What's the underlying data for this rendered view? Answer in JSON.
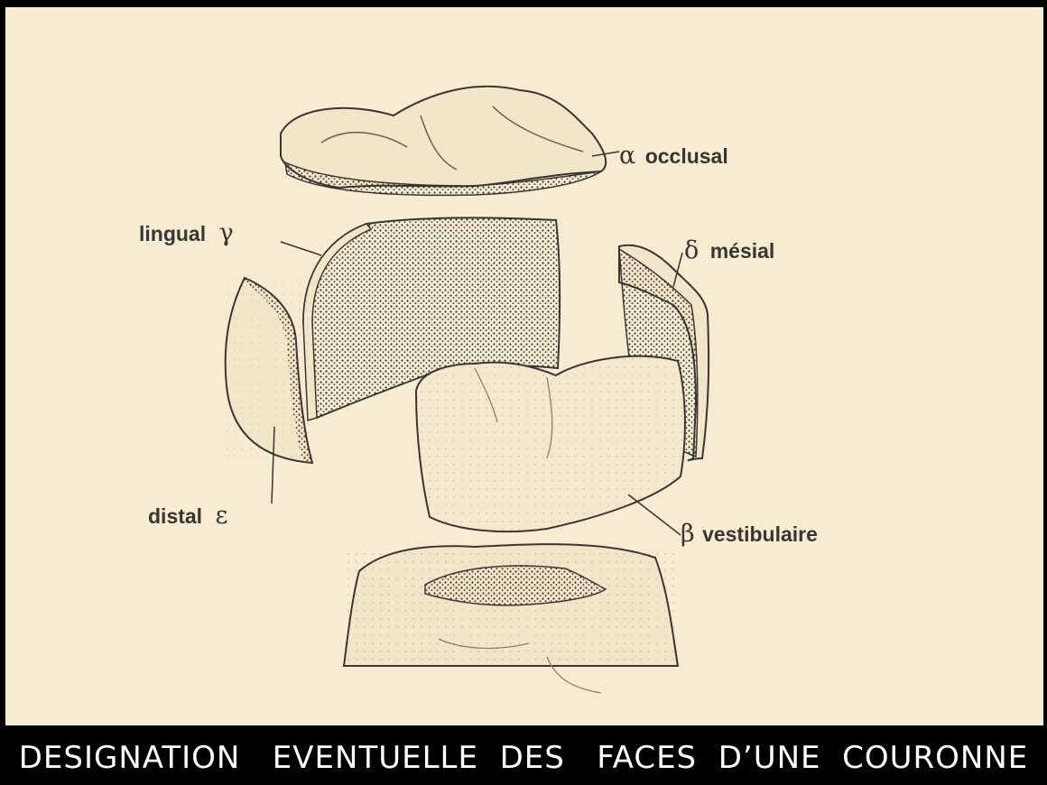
{
  "figure": {
    "labels": {
      "occlusal": {
        "greek": "α",
        "text": "occlusal"
      },
      "lingual": {
        "greek": "γ",
        "text": "lingual"
      },
      "mesial": {
        "greek": "δ",
        "text": "mésial"
      },
      "distal": {
        "greek": "ε",
        "text": "distal"
      },
      "vestibulaire": {
        "greek": "β",
        "text": "vestibulaire"
      }
    }
  },
  "caption": "DESIGNATION   EVENTUELLE  DES   FACES  D’UNE  COURONNE",
  "colors": {
    "paper": "#f5ecd2",
    "ink": "#3a3530",
    "caption_bg": "#000000",
    "caption_text": "#ffffff"
  }
}
